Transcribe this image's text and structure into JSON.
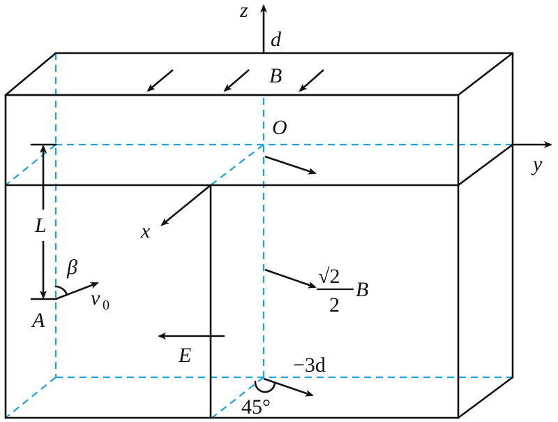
{
  "labels": {
    "z": "z",
    "d": "d",
    "B": "B",
    "O": "O",
    "y": "y",
    "x": "x",
    "L": "L",
    "beta": "β",
    "v": "v",
    "v_sub": "0",
    "A": "A",
    "E": "E",
    "sqrt2": "√2",
    "two": "2",
    "B2": "B",
    "minus3d": "−3d",
    "angle45": "45°"
  },
  "colors": {
    "solid_lines": "#111111",
    "dashed_lines": "#1aa3e0",
    "background": "#ffffff"
  }
}
